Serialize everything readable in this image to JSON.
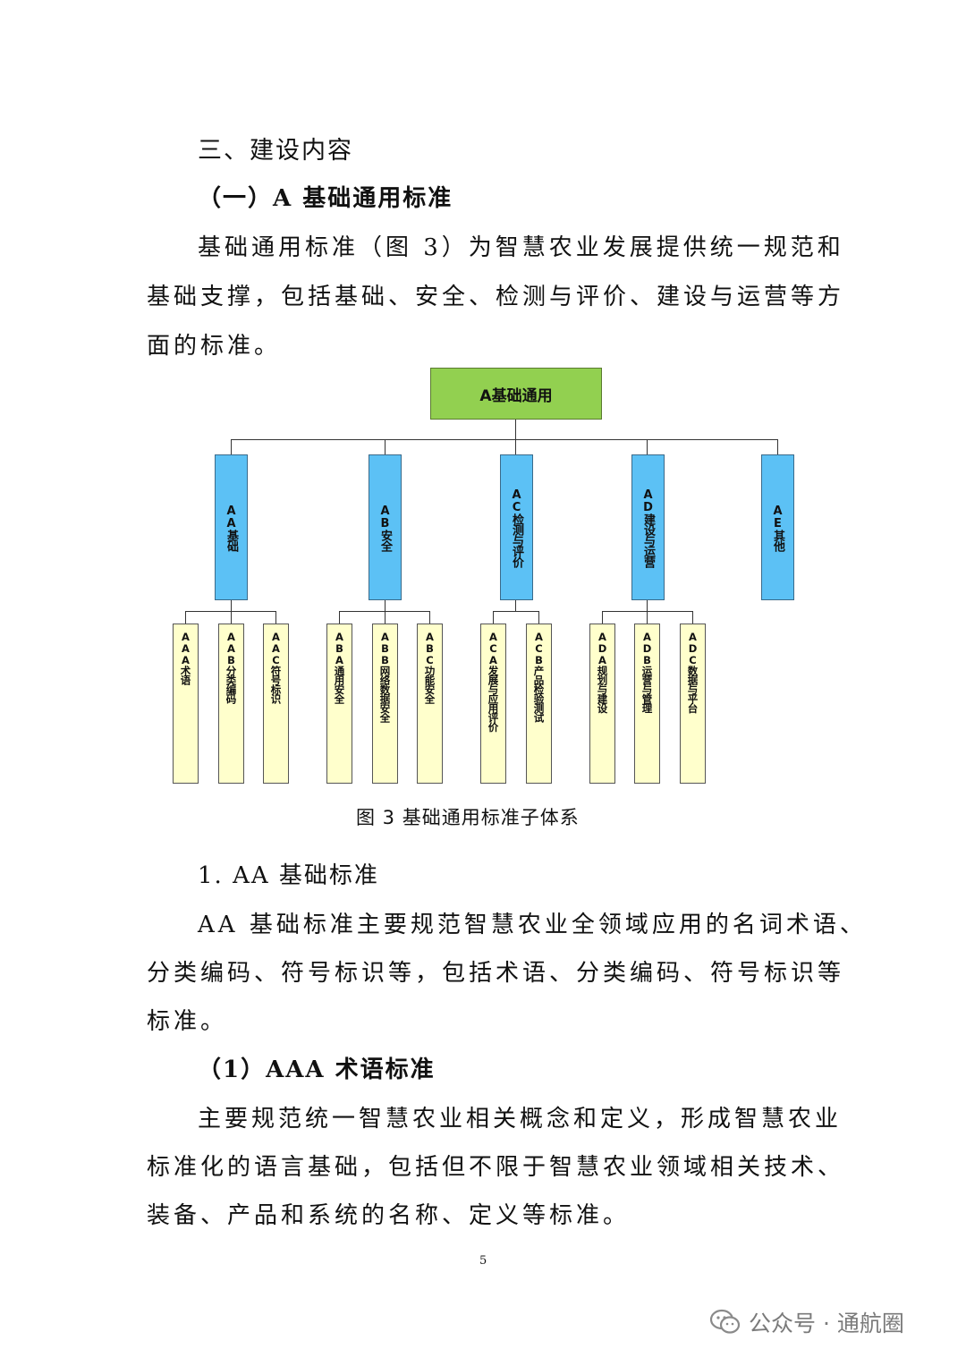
{
  "section_heading": "三、建设内容",
  "subsection_heading": "（一）A 基础通用标准",
  "intro_lines": [
    "基础通用标准（图 3）为智慧农业发展提供统一规范和",
    "基础支撑，包括基础、安全、检测与评价、建设与运营等方",
    "面的标准。"
  ],
  "diagram": {
    "root": "A基础通用",
    "level1": [
      "AA基础",
      "AB安全",
      "AC检测与评价",
      "AD建设与运营",
      "AE其他"
    ],
    "level2": {
      "AA": [
        "AAA术语",
        "AAB分类编码",
        "AAC符号标识"
      ],
      "AB": [
        "ABA通用安全",
        "ABB网络数据安全",
        "ABC功能安全"
      ],
      "AC": [
        "ACA发展与应用评价",
        "ACB产品检验测试"
      ],
      "AD": [
        "ADA规划与建设",
        "ADB运营与管理",
        "ADC数据与平台"
      ]
    }
  },
  "figure_caption": "图 3  基础通用标准子体系",
  "heading_aa": "1. AA  基础标准",
  "aa_lines": [
    "AA 基础标准主要规范智慧农业全领域应用的名词术语、",
    "分类编码、符号标识等，包括术语、分类编码、符号标识等",
    "标准。"
  ],
  "heading_aaa": "（1）AAA  术语标准",
  "aaa_lines": [
    "主要规范统一智慧农业相关概念和定义，形成智慧农业",
    "标准化的语言基础，包括但不限于智慧农业领域相关技术、",
    "装备、产品和系统的名称、定义等标准。"
  ],
  "page_number": "5",
  "watermark": "公众号 · 通航圈"
}
